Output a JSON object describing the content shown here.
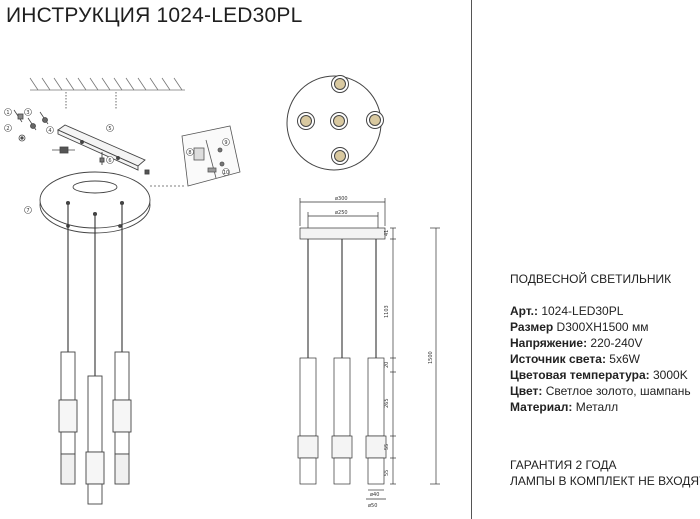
{
  "header": {
    "title": "ИНСТРУКЦИЯ 1024-LED30PL"
  },
  "product": {
    "type": "ПОДВЕСНОЙ СВЕТИЛЬНИК",
    "specs": [
      {
        "label": "Арт.:",
        "value": " 1024-LED30PL"
      },
      {
        "label": "Размер",
        "value": " D300XH1500 мм"
      },
      {
        "label": "Напряжение:",
        "value": " 220-240V"
      },
      {
        "label": "Источник света:",
        "value": " 5x6W"
      },
      {
        "label": "Цветовая температура:",
        "value": " 3000K"
      },
      {
        "label": "Цвет:",
        "value": " Светлое золото, шампань"
      },
      {
        "label": "Материал:",
        "value": " Металл"
      }
    ],
    "warranty": "ГАРАНТИЯ 2 ГОДА",
    "lamps_note": "ЛАМПЫ В КОМПЛЕКТ НЕ ВХОДЯТ"
  },
  "dimensions": {
    "d300": "ø300",
    "d250": "ø250",
    "h_canopy": "41",
    "h_cable": "1103",
    "h_tube": "20",
    "h_body": "265",
    "h_ring": "55",
    "h_tail": "55",
    "h_total": "1500",
    "d_body": "ø40",
    "d_ring": "ø50"
  },
  "step_numbers": [
    "1",
    "2",
    "3",
    "4",
    "5",
    "6",
    "7",
    "8",
    "9",
    "10"
  ]
}
